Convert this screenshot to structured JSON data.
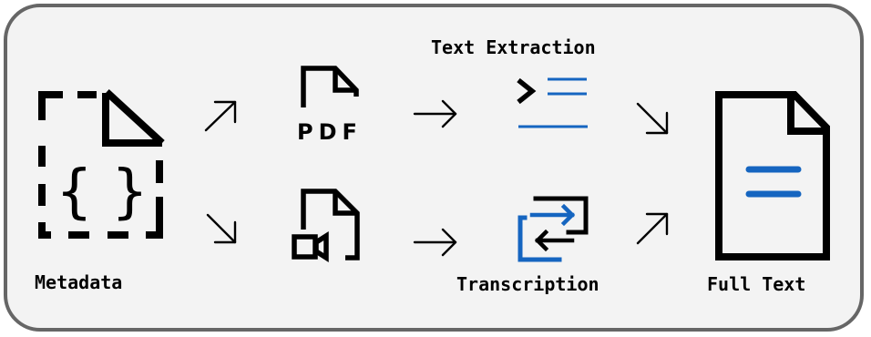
{
  "diagram": {
    "labels": {
      "metadata": "Metadata",
      "text_extraction": "Text Extraction",
      "transcription": "Transcription",
      "full_text": "Full Text"
    },
    "pdf_icon_text": "PDF",
    "metadata_braces": "{ }",
    "colors": {
      "panel_border": "#666666",
      "panel_background": "#f3f3f3",
      "accent_blue": "#1565c0",
      "ink": "#000000"
    },
    "icons": [
      "metadata-file-icon",
      "pdf-file-icon",
      "video-file-icon",
      "text-extraction-icon",
      "transcription-icon",
      "full-text-document-icon"
    ]
  }
}
